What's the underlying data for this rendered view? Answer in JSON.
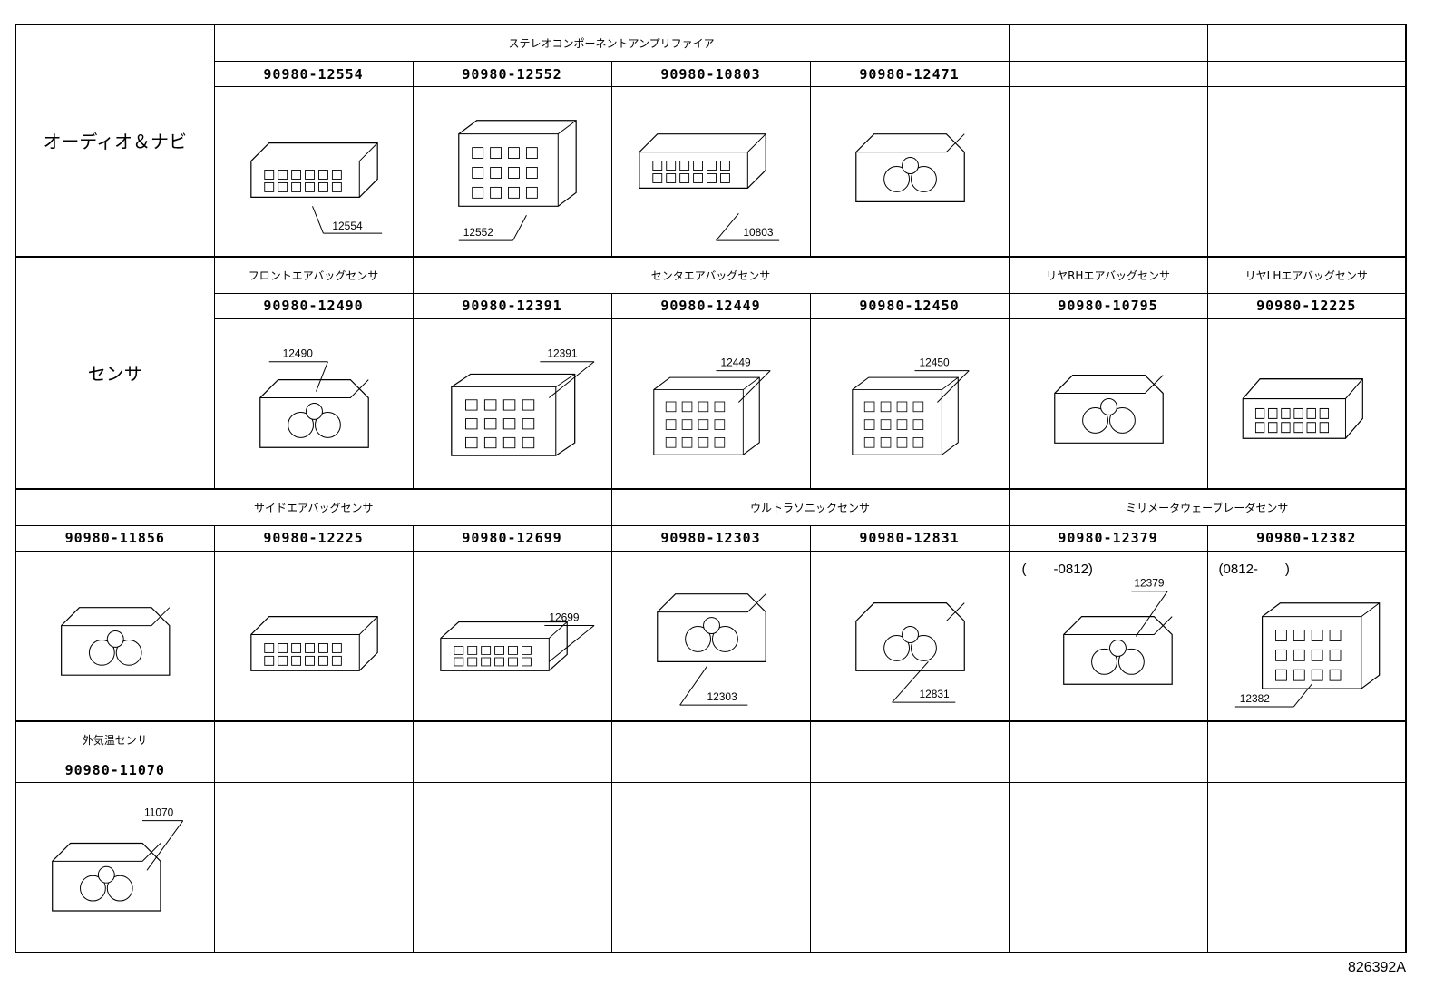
{
  "rows": {
    "audio": {
      "title": "オーディオ＆ナビ",
      "section_stereo": "ステレオコンポーネントアンプリファイア",
      "parts": [
        "90980-12554",
        "90980-12552",
        "90980-10803",
        "90980-12471"
      ],
      "callouts": [
        "12554",
        "12552",
        "10803"
      ]
    },
    "sensor": {
      "title": "センサ",
      "section_front": "フロントエアバッグセンサ",
      "section_center": "センタエアバッグセンサ",
      "section_rear_rh": "リヤRHエアバッグセンサ",
      "section_rear_lh": "リヤLHエアバッグセンサ",
      "parts": [
        "90980-12490",
        "90980-12391",
        "90980-12449",
        "90980-12450",
        "90980-10795",
        "90980-12225"
      ],
      "callouts": [
        "12490",
        "12391",
        "12449",
        "12450"
      ]
    },
    "side": {
      "section_side": "サイドエアバッグセンサ",
      "section_ultra": "ウルトラソニックセンサ",
      "section_mmw": "ミリメータウェーブレーダセンサ",
      "parts": [
        "90980-11856",
        "90980-12225",
        "90980-12699",
        "90980-12303",
        "90980-12831",
        "90980-12379",
        "90980-12382"
      ],
      "callouts": [
        "12699",
        "12303",
        "12831",
        "12379",
        "12382"
      ],
      "note_12379": "(　　-0812)",
      "note_12382": "(0812-　　)"
    },
    "temp": {
      "section_temp": "外気温センサ",
      "parts": [
        "90980-11070"
      ],
      "callouts": [
        "11070"
      ]
    }
  },
  "footer_code": "826392A"
}
